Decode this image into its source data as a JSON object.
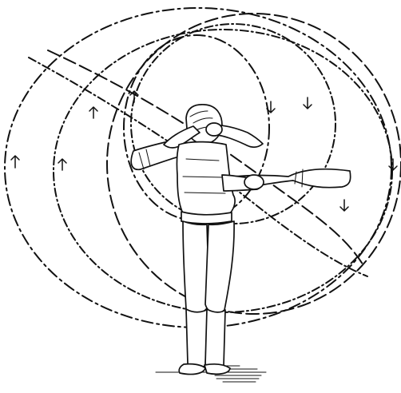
{
  "figure": {
    "description_hidden": "",
    "colors": {
      "ink": "#111111",
      "paper": "#ffffff"
    },
    "elements": {
      "outer_path_count": 5,
      "arrow_count": 8,
      "figure_type": "engraving"
    }
  }
}
